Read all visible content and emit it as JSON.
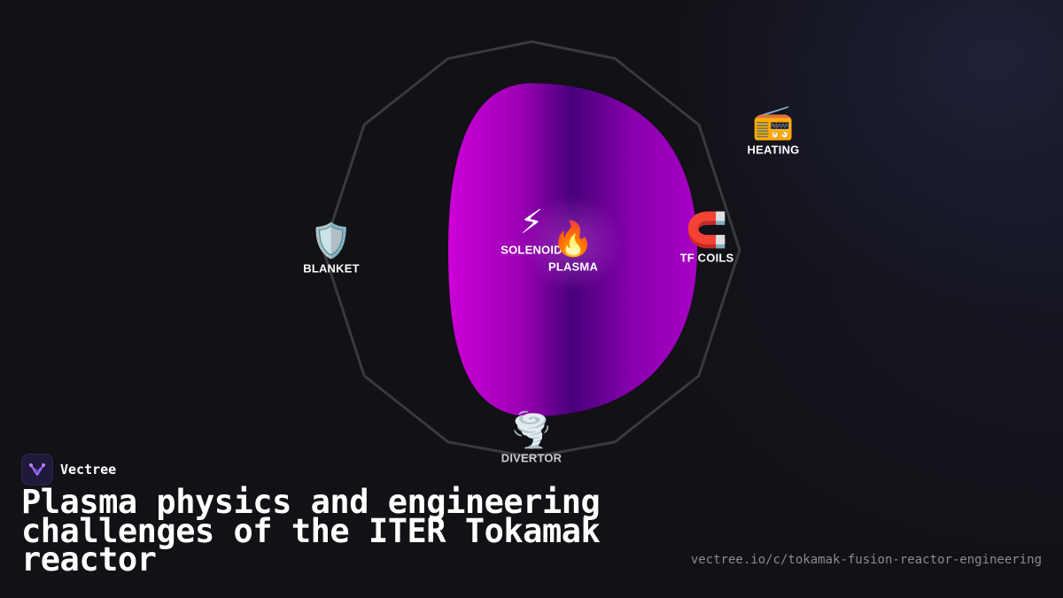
{
  "diagram": {
    "nodes": [
      {
        "id": "solenoid",
        "label": "SOLENOID",
        "icon": "lightning-bolt-icon",
        "emoji": "⚡"
      },
      {
        "id": "plasma",
        "label": "PLASMA",
        "icon": "fire-icon",
        "emoji": "🔥"
      },
      {
        "id": "tf_coils",
        "label": "TF COILS",
        "icon": "magnet-icon",
        "emoji": "🧲"
      },
      {
        "id": "heating",
        "label": "HEATING",
        "icon": "radio-icon",
        "emoji": "📻"
      },
      {
        "id": "blanket",
        "label": "BLANKET",
        "icon": "shield-icon",
        "emoji": "🛡️"
      },
      {
        "id": "divertor",
        "label": "DIVERTOR",
        "icon": "tornado-icon",
        "emoji": "🌪️"
      }
    ],
    "colors": {
      "plasma_magenta": "#c800d0",
      "plasma_purple": "#4a007a",
      "vessel_outline": "#3a3a3e"
    }
  },
  "brand": {
    "name": "Vectree",
    "icon": "vectree-logo-icon"
  },
  "title": "Plasma physics and engineering challenges of the ITER Tokamak reactor",
  "url": "vectree.io/c/tokamak-fusion-reactor-engineering"
}
